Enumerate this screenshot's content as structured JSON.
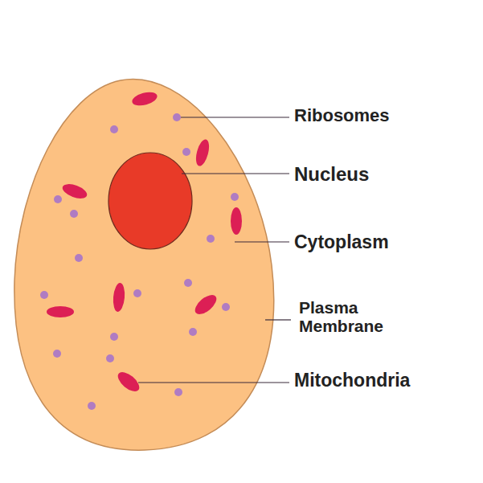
{
  "diagram": {
    "labels": [
      "Ribosomes",
      "Nucleus",
      "Cytoplasm",
      "Plasma Membrane",
      "Mitochondria"
    ]
  }
}
